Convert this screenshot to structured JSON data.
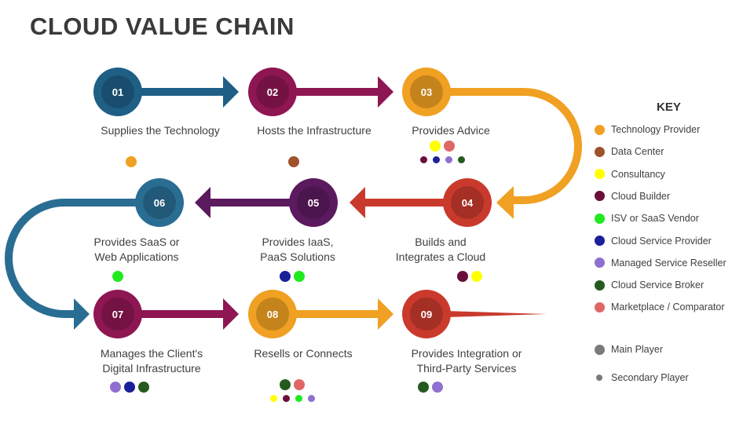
{
  "title": "CLOUD VALUE CHAIN",
  "steps": [
    {
      "num": "01",
      "label": [
        "Supplies the Technology"
      ],
      "color": "#1f5f86"
    },
    {
      "num": "02",
      "label": [
        "Hosts the Infrastructure"
      ],
      "color": "#8e1652"
    },
    {
      "num": "03",
      "label": [
        "Provides Advice"
      ],
      "color": "#f0a022"
    },
    {
      "num": "04",
      "label": [
        "Builds and",
        "Integrates a Cloud"
      ],
      "color": "#c93a2c"
    },
    {
      "num": "05",
      "label": [
        "Provides IaaS,",
        "PaaS Solutions"
      ],
      "color": "#5c1a5e"
    },
    {
      "num": "06",
      "label": [
        "Provides SaaS or",
        "Web Applications"
      ],
      "color": "#2a6d93"
    },
    {
      "num": "07",
      "label": [
        "Manages the Client's",
        "Digital Infrastructure"
      ],
      "color": "#8e1652"
    },
    {
      "num": "08",
      "label": [
        "Resells or Connects"
      ],
      "color": "#f0a022"
    },
    {
      "num": "09",
      "label": [
        "Provides Integration or",
        "Third-Party Services"
      ],
      "color": "#c93a2c"
    }
  ],
  "key": {
    "title": "KEY",
    "roles": [
      {
        "id": "technology-provider",
        "label": "Technology Provider",
        "color": "#f0a022"
      },
      {
        "id": "data-center",
        "label": "Data Center",
        "color": "#a0522d"
      },
      {
        "id": "consultancy",
        "label": "Consultancy",
        "color": "#ffff00"
      },
      {
        "id": "cloud-builder",
        "label": "Cloud Builder",
        "color": "#6b0f3a"
      },
      {
        "id": "isv-saas-vendor",
        "label": "ISV or SaaS Vendor",
        "color": "#1eea1e"
      },
      {
        "id": "cloud-service-provider",
        "label": "Cloud Service Provider",
        "color": "#1b1f9a"
      },
      {
        "id": "managed-service-reseller",
        "label": "Managed Service Reseller",
        "color": "#8f6fd0"
      },
      {
        "id": "cloud-service-broker",
        "label": "Cloud Service Broker",
        "color": "#245a1e"
      },
      {
        "id": "marketplace-comparator",
        "label": "Marketplace / Comparator",
        "color": "#e06666"
      }
    ],
    "sizes": [
      {
        "id": "main",
        "label": "Main Player",
        "color": "#7a7a7a"
      },
      {
        "id": "secondary",
        "label": "Secondary Player",
        "color": "#7a7a7a"
      }
    ]
  },
  "players": [
    {
      "step": "01",
      "main": [
        "technology-provider"
      ],
      "secondary": []
    },
    {
      "step": "02",
      "main": [
        "data-center"
      ],
      "secondary": []
    },
    {
      "step": "03",
      "main": [
        "consultancy",
        "marketplace-comparator"
      ],
      "secondary": [
        "cloud-builder",
        "cloud-service-provider",
        "managed-service-reseller",
        "cloud-service-broker"
      ]
    },
    {
      "step": "04",
      "main": [
        "cloud-builder",
        "consultancy"
      ],
      "secondary": []
    },
    {
      "step": "05",
      "main": [
        "cloud-service-provider",
        "isv-saas-vendor"
      ],
      "secondary": []
    },
    {
      "step": "06",
      "main": [
        "isv-saas-vendor"
      ],
      "secondary": []
    },
    {
      "step": "07",
      "main": [
        "managed-service-reseller",
        "cloud-service-provider",
        "cloud-service-broker"
      ],
      "secondary": []
    },
    {
      "step": "08",
      "main": [
        "cloud-service-broker",
        "marketplace-comparator"
      ],
      "secondary": [
        "consultancy",
        "cloud-builder",
        "isv-saas-vendor",
        "managed-service-reseller"
      ]
    },
    {
      "step": "09",
      "main": [
        "cloud-service-broker",
        "managed-service-reseller"
      ],
      "secondary": []
    }
  ]
}
